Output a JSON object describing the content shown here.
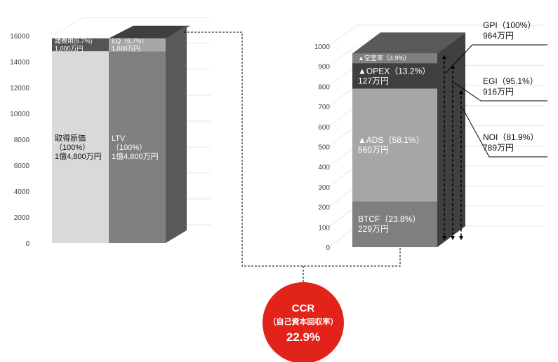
{
  "chart_data": [
    {
      "type": "bar",
      "stacked": true,
      "ylim": [
        0,
        16000
      ],
      "yticks": [
        0,
        2000,
        4000,
        6000,
        8000,
        10000,
        12000,
        14000,
        16000
      ],
      "grid": true,
      "columns": [
        {
          "segments": [
            {
              "value": 14800,
              "label_lines": [
                "取得原価",
                "（100%）",
                "1億4,800万円"
              ],
              "color": "#d9d9d9",
              "text_color": "dark"
            },
            {
              "value": 1000,
              "label_lines": [
                "諸費用(6.7%)",
                "1,000万円"
              ],
              "color": "#555555",
              "text_color": "light"
            }
          ]
        },
        {
          "segments": [
            {
              "value": 14800,
              "label_lines": [
                "LTV",
                "（100%）",
                "1億4,800万円"
              ],
              "color": "#808080",
              "text_color": "light"
            },
            {
              "value": 1000,
              "label_lines": [
                "EQ（6.7%）",
                "1,000万円"
              ],
              "color": "#a6a6a6",
              "text_color": "light"
            }
          ]
        }
      ]
    },
    {
      "type": "bar",
      "stacked": true,
      "ylim": [
        0,
        1000
      ],
      "yticks": [
        0,
        100,
        200,
        300,
        400,
        500,
        600,
        700,
        800,
        900,
        1000
      ],
      "ytick_labels": [
        "0",
        "100",
        "200",
        "300",
        "400",
        "500",
        "600",
        "700",
        "800",
        "900",
        "1000"
      ],
      "grid": true,
      "columns": [
        {
          "segments": [
            {
              "value": 229,
              "label_lines": [
                "BTCF（23.8%）",
                "229万円"
              ],
              "color": "#7f7f7f",
              "text_color": "light"
            },
            {
              "value": 560,
              "label_lines": [
                "▲ADS（58.1%）",
                "560万円"
              ],
              "color": "#a6a6a6",
              "text_color": "light"
            },
            {
              "value": 127,
              "label_lines": [
                "▲OPEX（13.2%）",
                "127万円"
              ],
              "color": "#3f3f3f",
              "text_color": "light"
            },
            {
              "value": 48,
              "label_lines": [
                "▲空室率（4.9%）"
              ],
              "color": "#7f7f7f",
              "text_color": "light"
            }
          ]
        }
      ],
      "annotations": [
        {
          "lines": [
            "GPI（100%）",
            "964万円"
          ],
          "value": 964
        },
        {
          "lines": [
            "EGI（95.1%）",
            "916万円"
          ],
          "value": 916
        },
        {
          "lines": [
            "NOI（81.9%）",
            "789万円"
          ],
          "value": 789
        }
      ]
    }
  ],
  "ccr": {
    "title": "CCR",
    "subtitle": "（自己資本回収率）",
    "value": "22.9%",
    "color": "#e2231a"
  }
}
